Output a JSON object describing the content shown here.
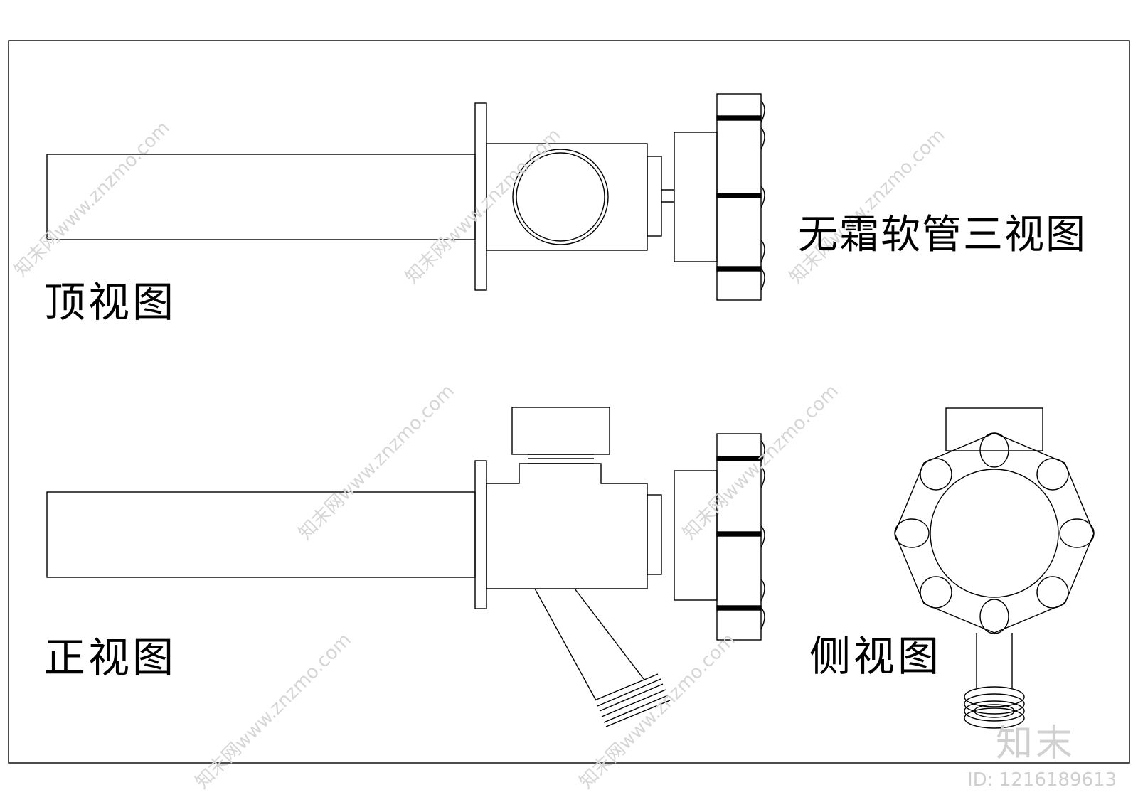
{
  "drawing": {
    "title": "无霜软管三视图",
    "views": {
      "top": "顶视图",
      "front": "正视图",
      "side": "侧视图"
    }
  },
  "watermark": {
    "site": "知末网www.znzmo.com",
    "logo": "知末",
    "id": "ID: 1216189613"
  },
  "colors": {
    "line": "#000000",
    "background": "#ffffff",
    "watermark": "#cccccc"
  }
}
